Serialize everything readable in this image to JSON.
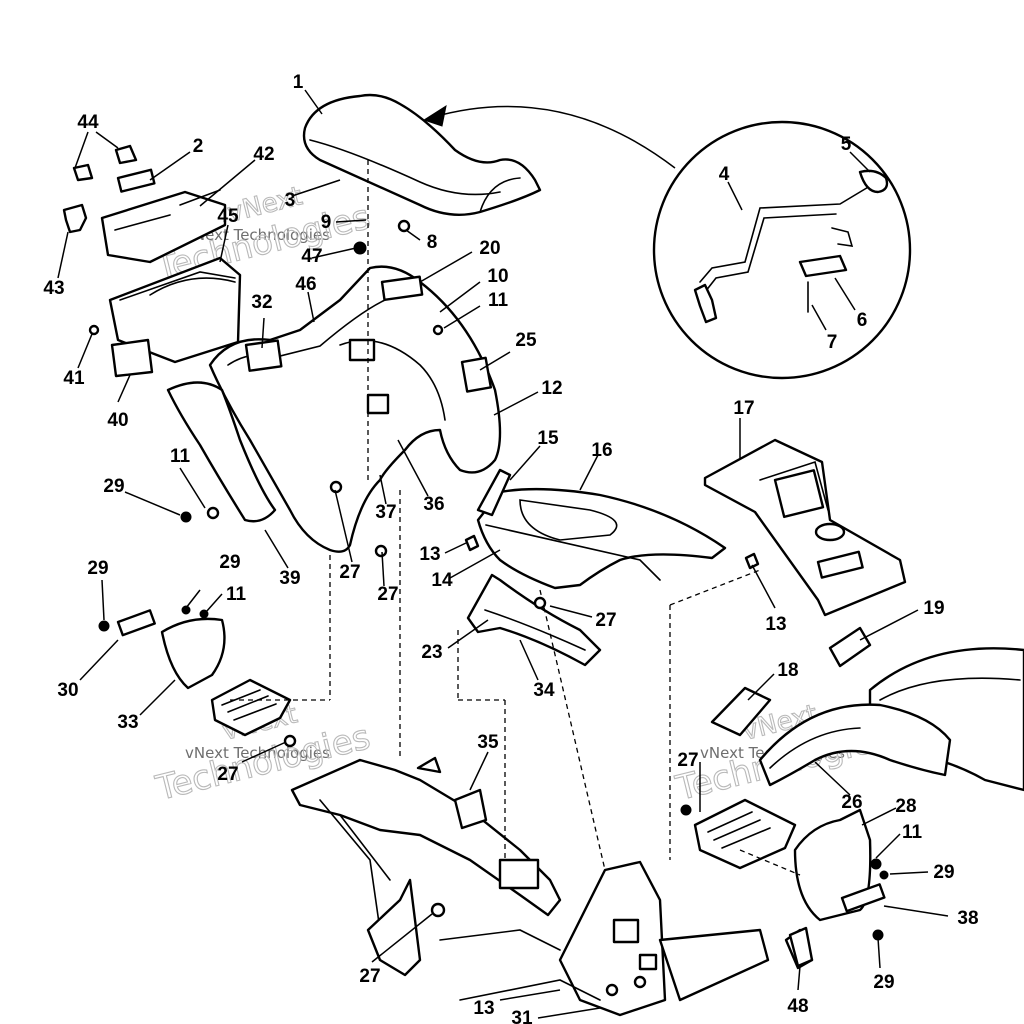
{
  "diagram": {
    "callouts": [
      "1",
      "2",
      "3",
      "4",
      "5",
      "6",
      "7",
      "8",
      "9",
      "10",
      "11",
      "12",
      "13",
      "14",
      "15",
      "16",
      "17",
      "18",
      "19",
      "20",
      "23",
      "25",
      "26",
      "27",
      "28",
      "29",
      "30",
      "31",
      "32",
      "33",
      "34",
      "35",
      "36",
      "37",
      "38",
      "39",
      "40",
      "41",
      "42",
      "43",
      "44",
      "45",
      "46",
      "47",
      "48"
    ],
    "watermark": {
      "small": "vNext Technologies",
      "large": "Technologies",
      "brand": "vNext"
    },
    "colors": {
      "line": "#000000",
      "background": "#ffffff",
      "watermark": "#b9b9b9"
    }
  }
}
